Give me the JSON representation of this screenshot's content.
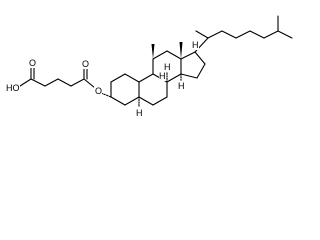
{
  "labels": {
    "hydroxyl": "HO",
    "carboxyl_oxygen": "O",
    "ester_oxygen": "O",
    "ester_carbonyl_oxygen": "O",
    "stereo_h_5": "H",
    "stereo_h_8": "H",
    "stereo_h_9": "H",
    "stereo_h_14": "H",
    "stereo_h_17": "H"
  }
}
